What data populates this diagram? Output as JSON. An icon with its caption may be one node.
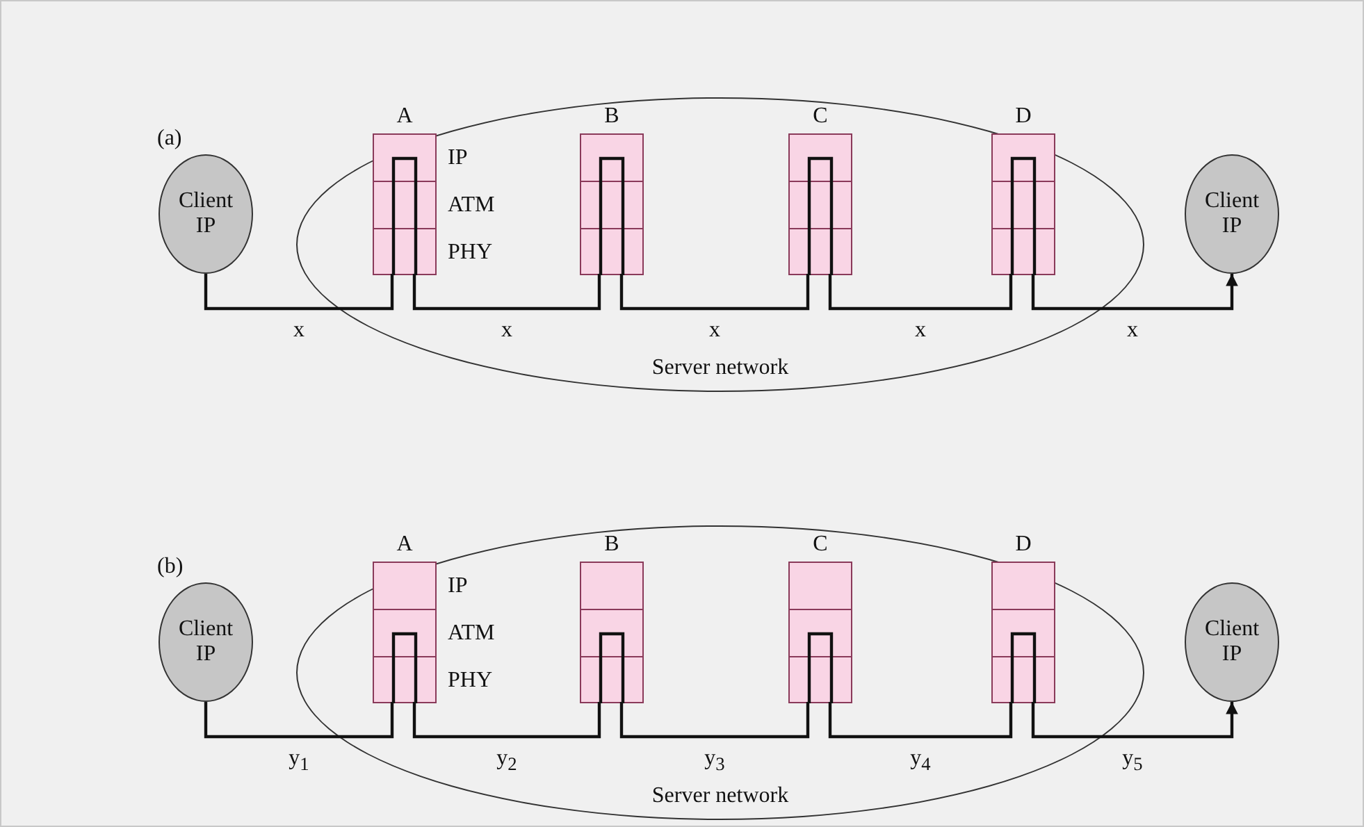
{
  "diagram": {
    "nodes": [
      {
        "text": [
          "Client IP"
        ]
      },
      {
        "text": [
          "Server network"
        ]
      },
      {
        "text": [
          "A"
        ],
        "in": 1
      },
      {
        "text": [
          "B"
        ],
        "in": 1
      },
      {
        "text": [
          "C"
        ],
        "in": 1
      },
      {
        "text": [
          "D"
        ],
        "in": 1
      },
      {
        "text": [
          "Client IP"
        ]
      },
      {
        "text": [
          "Client IP"
        ]
      },
      {
        "text": [
          "Server network"
        ]
      },
      {
        "text": [
          "A"
        ],
        "in": 8
      },
      {
        "text": [
          "B"
        ],
        "in": 8
      },
      {
        "text": [
          "C"
        ],
        "in": 8
      },
      {
        "text": [
          "D"
        ],
        "in": 8
      },
      {
        "text": [
          "Client IP"
        ]
      }
    ],
    "edges": [
      {
        "from": 0,
        "to": 2,
        "arrow": "none",
        "label": "x"
      },
      {
        "from": 2,
        "to": 3,
        "arrow": "none",
        "label": "x"
      },
      {
        "from": 3,
        "to": 4,
        "arrow": "none",
        "label": "x"
      },
      {
        "from": 4,
        "to": 5,
        "arrow": "none",
        "label": "x"
      },
      {
        "from": 5,
        "to": 6,
        "arrow": "to",
        "label": "x"
      },
      {
        "from": 7,
        "to": 9,
        "arrow": "none",
        "label": "y$_{1}$"
      },
      {
        "from": 9,
        "to": 10,
        "arrow": "none",
        "label": "y$_{2}$"
      },
      {
        "from": 10,
        "to": 11,
        "arrow": "none",
        "label": "y$_{3}$"
      },
      {
        "from": 11,
        "to": 12,
        "arrow": "none",
        "label": "y$_{4}$"
      },
      {
        "from": 12,
        "to": 13,
        "arrow": "to",
        "label": "y$_{5}$"
      }
    ],
    "labels": [
      "(a)",
      "IP",
      "ATM",
      "PHY",
      "(b)",
      "IP",
      "ATM",
      "PHY"
    ]
  }
}
